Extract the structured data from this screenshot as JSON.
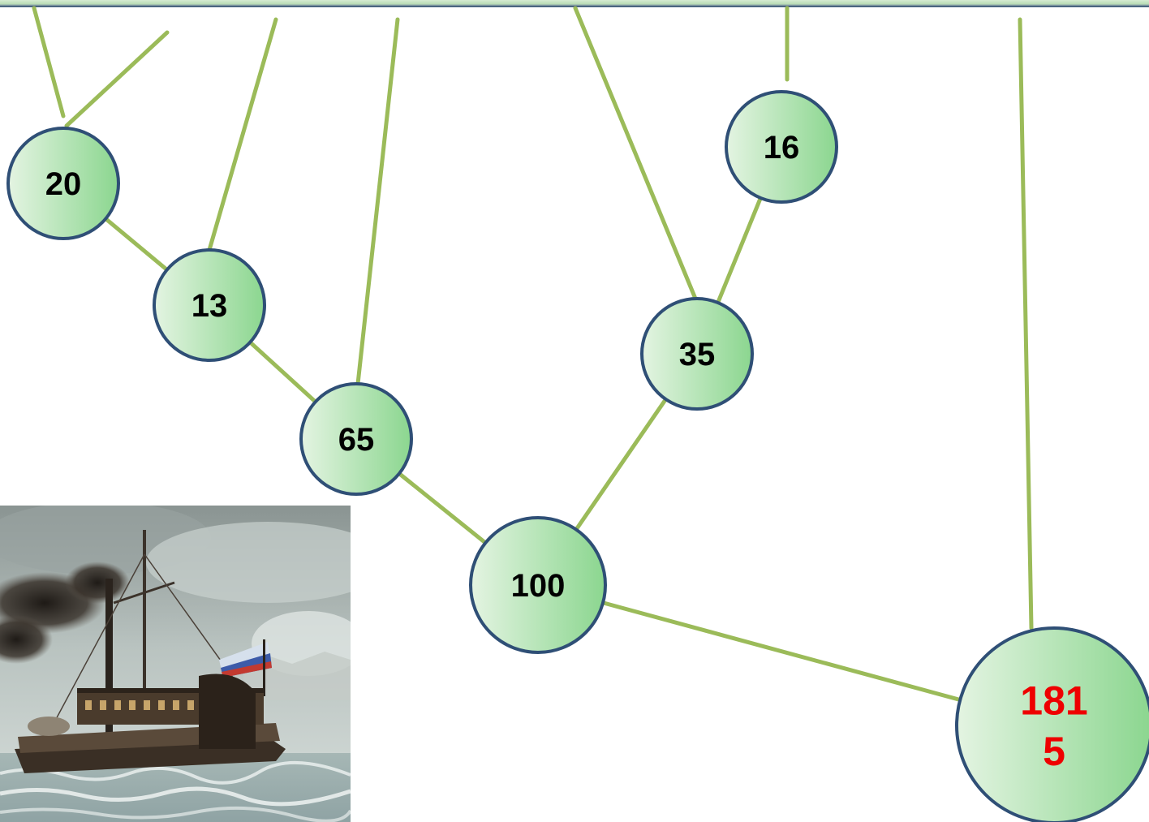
{
  "colors": {
    "connector": "#9bbb59",
    "node_stroke": "#2f4f76",
    "node_fill_light": "#ddf2dc",
    "node_fill_dark": "#8bd68f",
    "label": "#000000",
    "highlight_label": "#ee0000"
  },
  "nodes": [
    {
      "id": "n20",
      "lines": [
        "20"
      ],
      "highlight": false
    },
    {
      "id": "n13",
      "lines": [
        "13"
      ],
      "highlight": false
    },
    {
      "id": "n65",
      "lines": [
        "65"
      ],
      "highlight": false
    },
    {
      "id": "n100",
      "lines": [
        "100"
      ],
      "highlight": false
    },
    {
      "id": "n35",
      "lines": [
        "35"
      ],
      "highlight": false
    },
    {
      "id": "n16",
      "lines": [
        "16"
      ],
      "highlight": false
    },
    {
      "id": "n1815",
      "lines": [
        "181",
        "5"
      ],
      "highlight": true
    }
  ],
  "edges": [
    [
      "n20",
      "n13"
    ],
    [
      "n13",
      "n65"
    ],
    [
      "n65",
      "n100"
    ],
    [
      "n100",
      "n35"
    ],
    [
      "n35",
      "n16"
    ],
    [
      "n100",
      "n1815"
    ]
  ],
  "image": {
    "subject": "steamboat-painting"
  }
}
